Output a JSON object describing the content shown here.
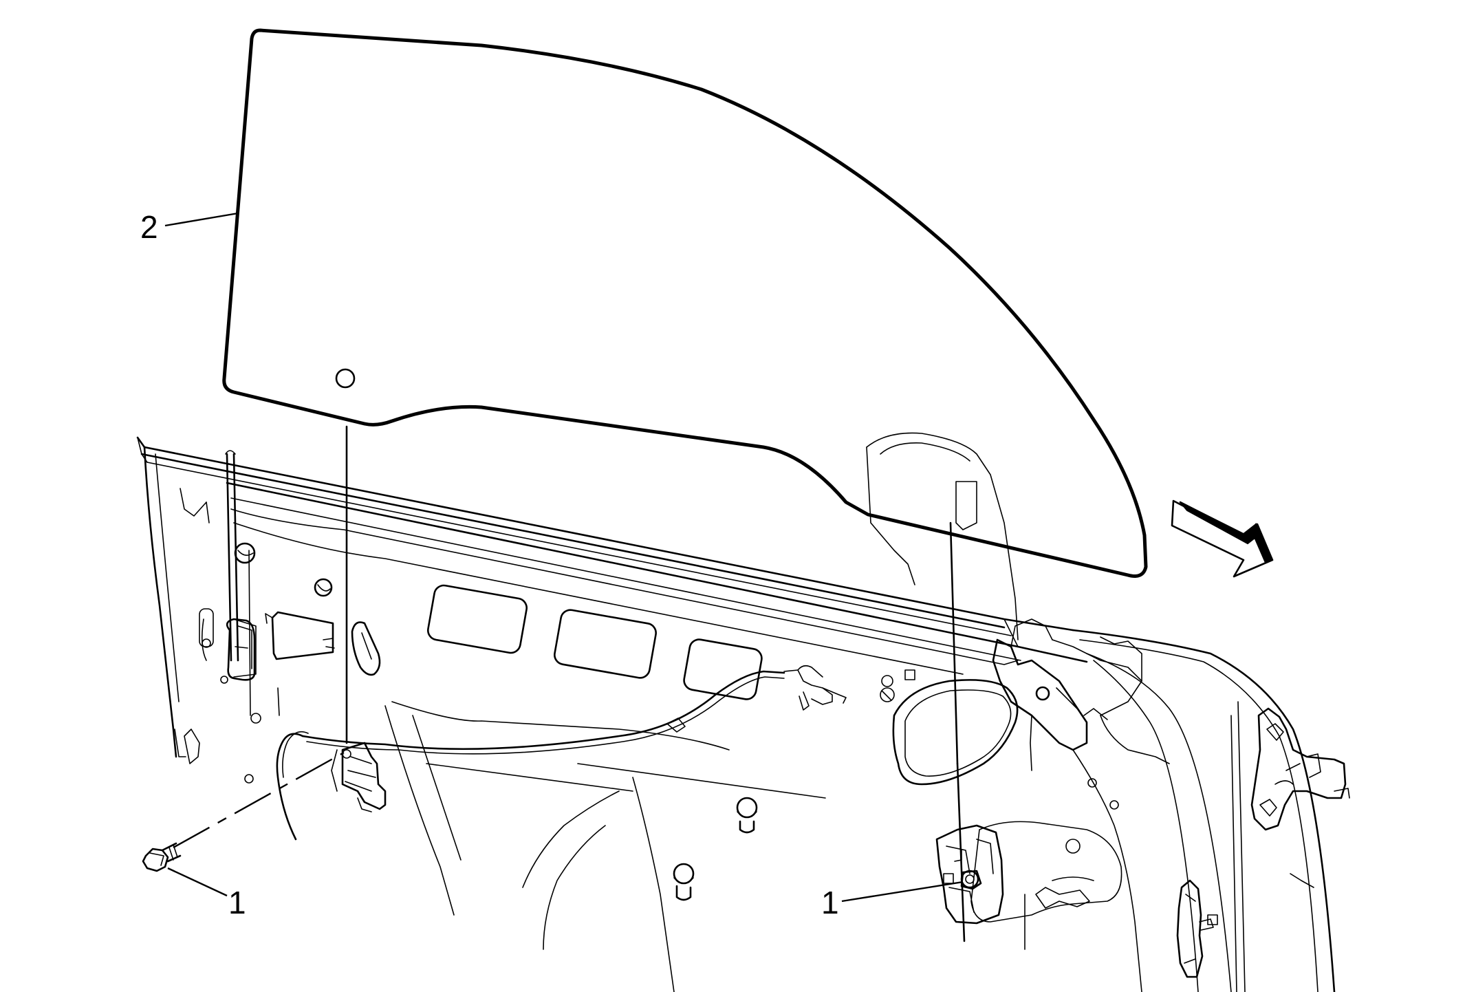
{
  "callouts": [
    {
      "id": "callout-2",
      "label": "2"
    },
    {
      "id": "callout-1-left",
      "label": "1"
    },
    {
      "id": "callout-1-right",
      "label": "1"
    }
  ],
  "colors": {
    "line": "#000000",
    "background": "#ffffff"
  }
}
